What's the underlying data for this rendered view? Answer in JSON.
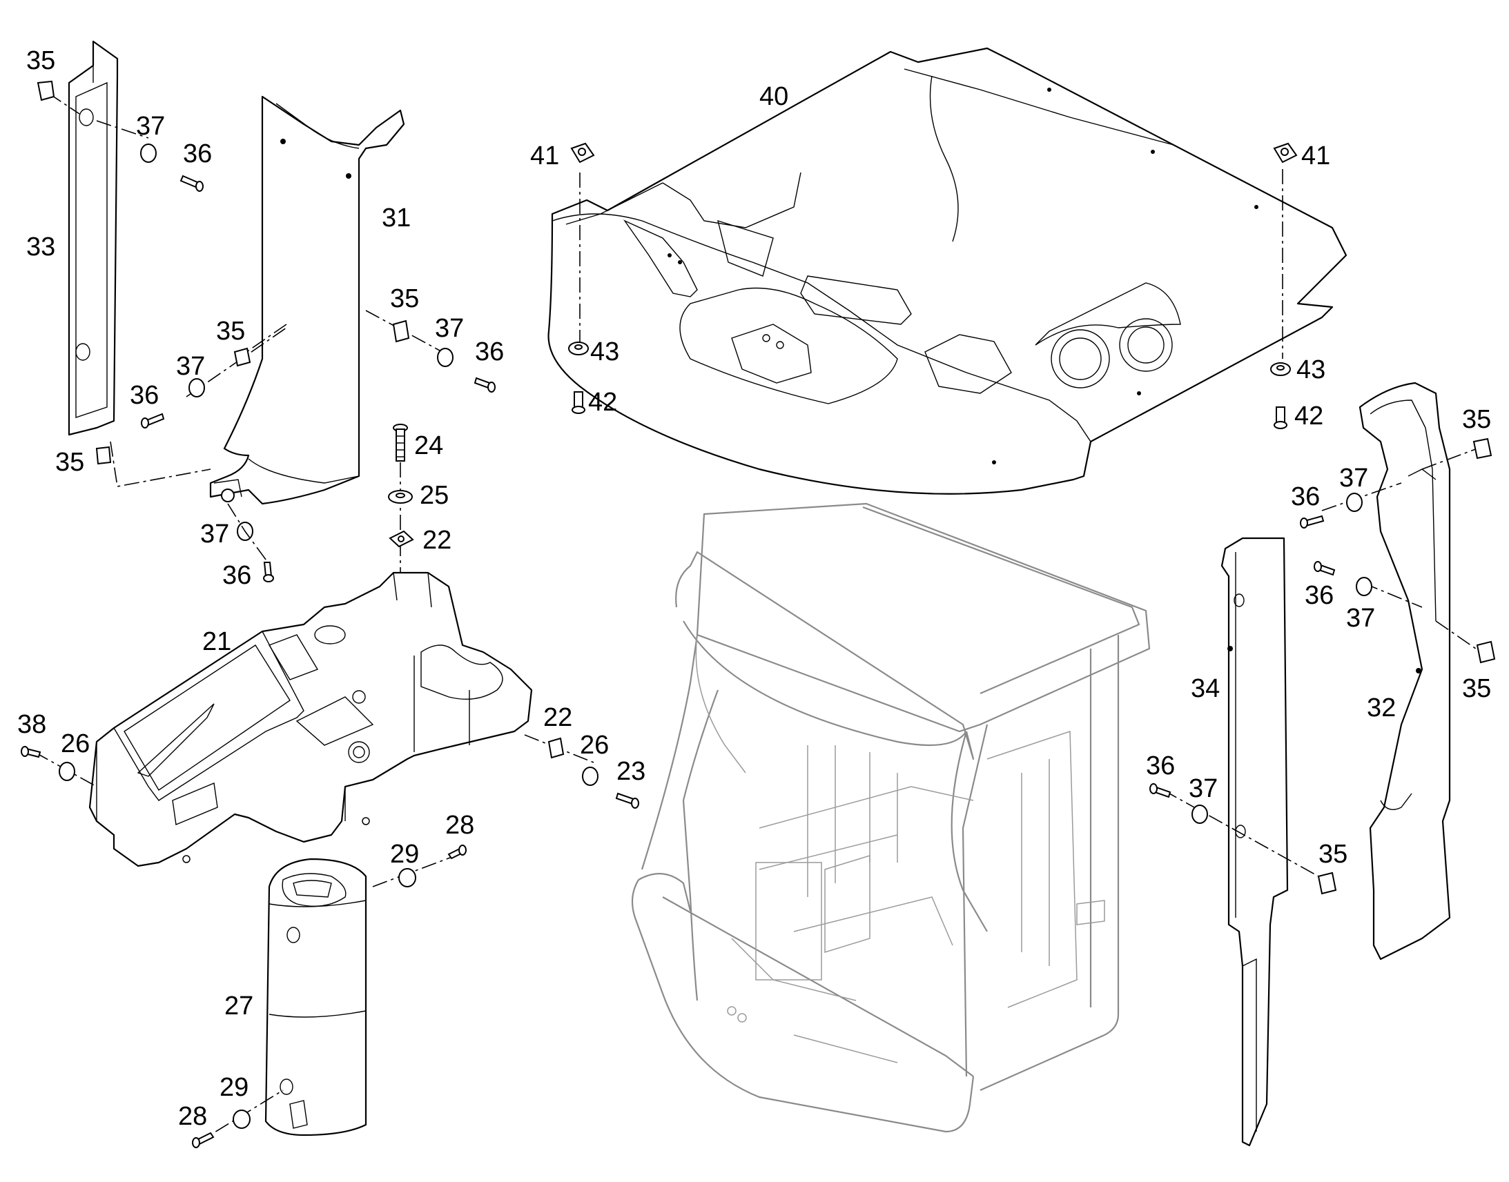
{
  "labels": {
    "l21": "21",
    "l22a": "22",
    "l22b": "22",
    "l23": "23",
    "l24": "24",
    "l25": "25",
    "l26a": "26",
    "l26b": "26",
    "l27": "27",
    "l28a": "28",
    "l28b": "28",
    "l29a": "29",
    "l29b": "29",
    "l31": "31",
    "l32": "32",
    "l33": "33",
    "l34": "34",
    "l35a": "35",
    "l35b": "35",
    "l35c": "35",
    "l35d": "35",
    "l35e": "35",
    "l35f": "35",
    "l35g": "35",
    "l36a": "36",
    "l36b": "36",
    "l36c": "36",
    "l36d": "36",
    "l36e": "36",
    "l36f": "36",
    "l36g": "36",
    "l37a": "37",
    "l37b": "37",
    "l37c": "37",
    "l37d": "37",
    "l37e": "37",
    "l37f": "37",
    "l37g": "37",
    "l38": "38",
    "l40": "40",
    "l41a": "41",
    "l41b": "41",
    "l42a": "42",
    "l42b": "42",
    "l43a": "43",
    "l43b": "43"
  }
}
